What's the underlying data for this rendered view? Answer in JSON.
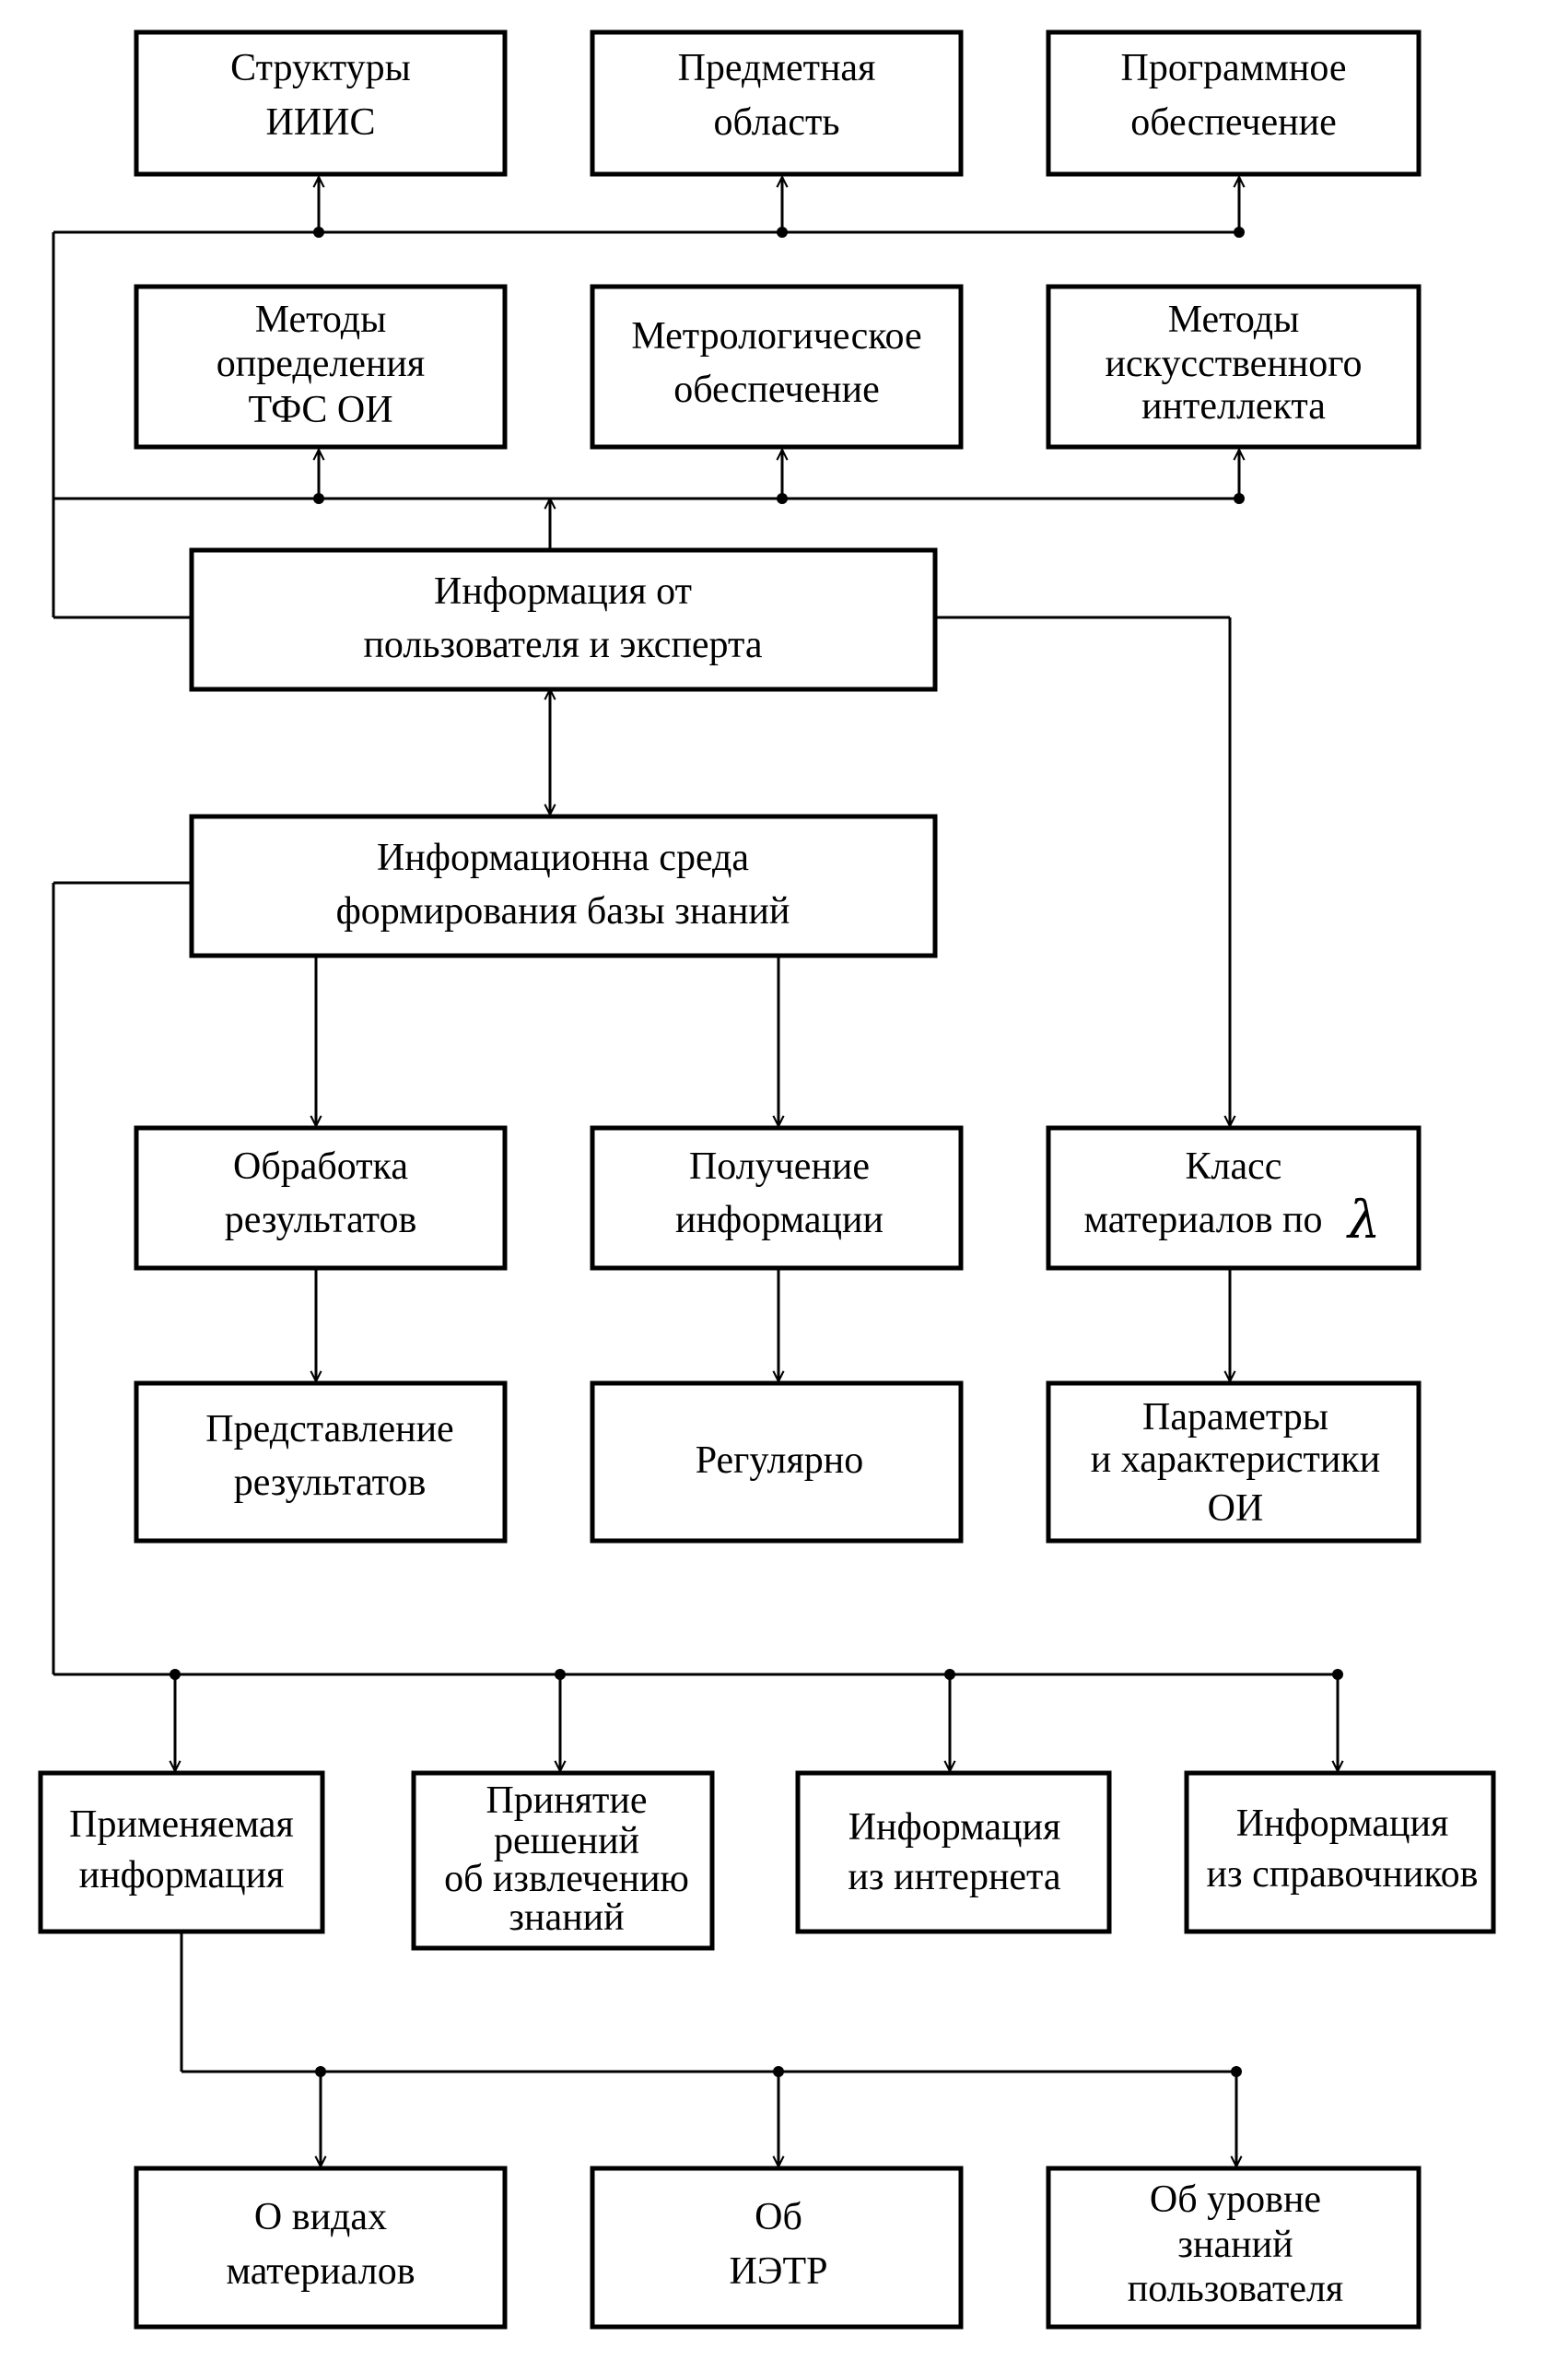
{
  "boxes": {
    "struktury": {
      "lines": [
        "Структуры",
        "ИИИС"
      ]
    },
    "predmet": {
      "lines": [
        "Предметная",
        "область"
      ]
    },
    "programm": {
      "lines": [
        "Программное",
        "обеспечение"
      ]
    },
    "metody_tfs": {
      "lines": [
        "Методы",
        "определения",
        "ТФС ОИ"
      ]
    },
    "metrolog": {
      "lines": [
        "Метрологическое",
        "обеспечение"
      ]
    },
    "metody_ii": {
      "lines": [
        "Методы",
        "искусственного",
        "интеллекта"
      ]
    },
    "info_user": {
      "lines": [
        "Информация от",
        "пользователя и эксперта"
      ]
    },
    "info_sreda": {
      "lines": [
        "Информационна среда",
        "формирования базы знаний"
      ]
    },
    "obrabotka": {
      "lines": [
        "Обработка",
        "результатов"
      ]
    },
    "poluchenie": {
      "lines": [
        "Получение",
        "информации"
      ]
    },
    "klass": {
      "lines": [
        "Класс",
        "материалов по"
      ],
      "symbol": "λ"
    },
    "predstavl": {
      "lines": [
        "Представление",
        "результатов"
      ]
    },
    "regulyarno": {
      "lines": [
        "Регулярно"
      ]
    },
    "parametry": {
      "lines": [
        "Параметры",
        "и характеристики",
        "ОИ"
      ]
    },
    "primenyaem": {
      "lines": [
        "Применяемая",
        "информация"
      ]
    },
    "prinyatie": {
      "lines": [
        "Принятие",
        "решений",
        "об извлечению",
        "знаний"
      ]
    },
    "internet": {
      "lines": [
        "Информация",
        "из интернета"
      ]
    },
    "spravochnik": {
      "lines": [
        "Информация",
        "из справочников"
      ]
    },
    "o_vidah": {
      "lines": [
        "О видах",
        "материалов"
      ]
    },
    "ob_ietr": {
      "lines": [
        "Об",
        "ИЭТР"
      ]
    },
    "ob_urovne": {
      "lines": [
        "Об уровне",
        "знаний",
        "пользователя"
      ]
    }
  }
}
